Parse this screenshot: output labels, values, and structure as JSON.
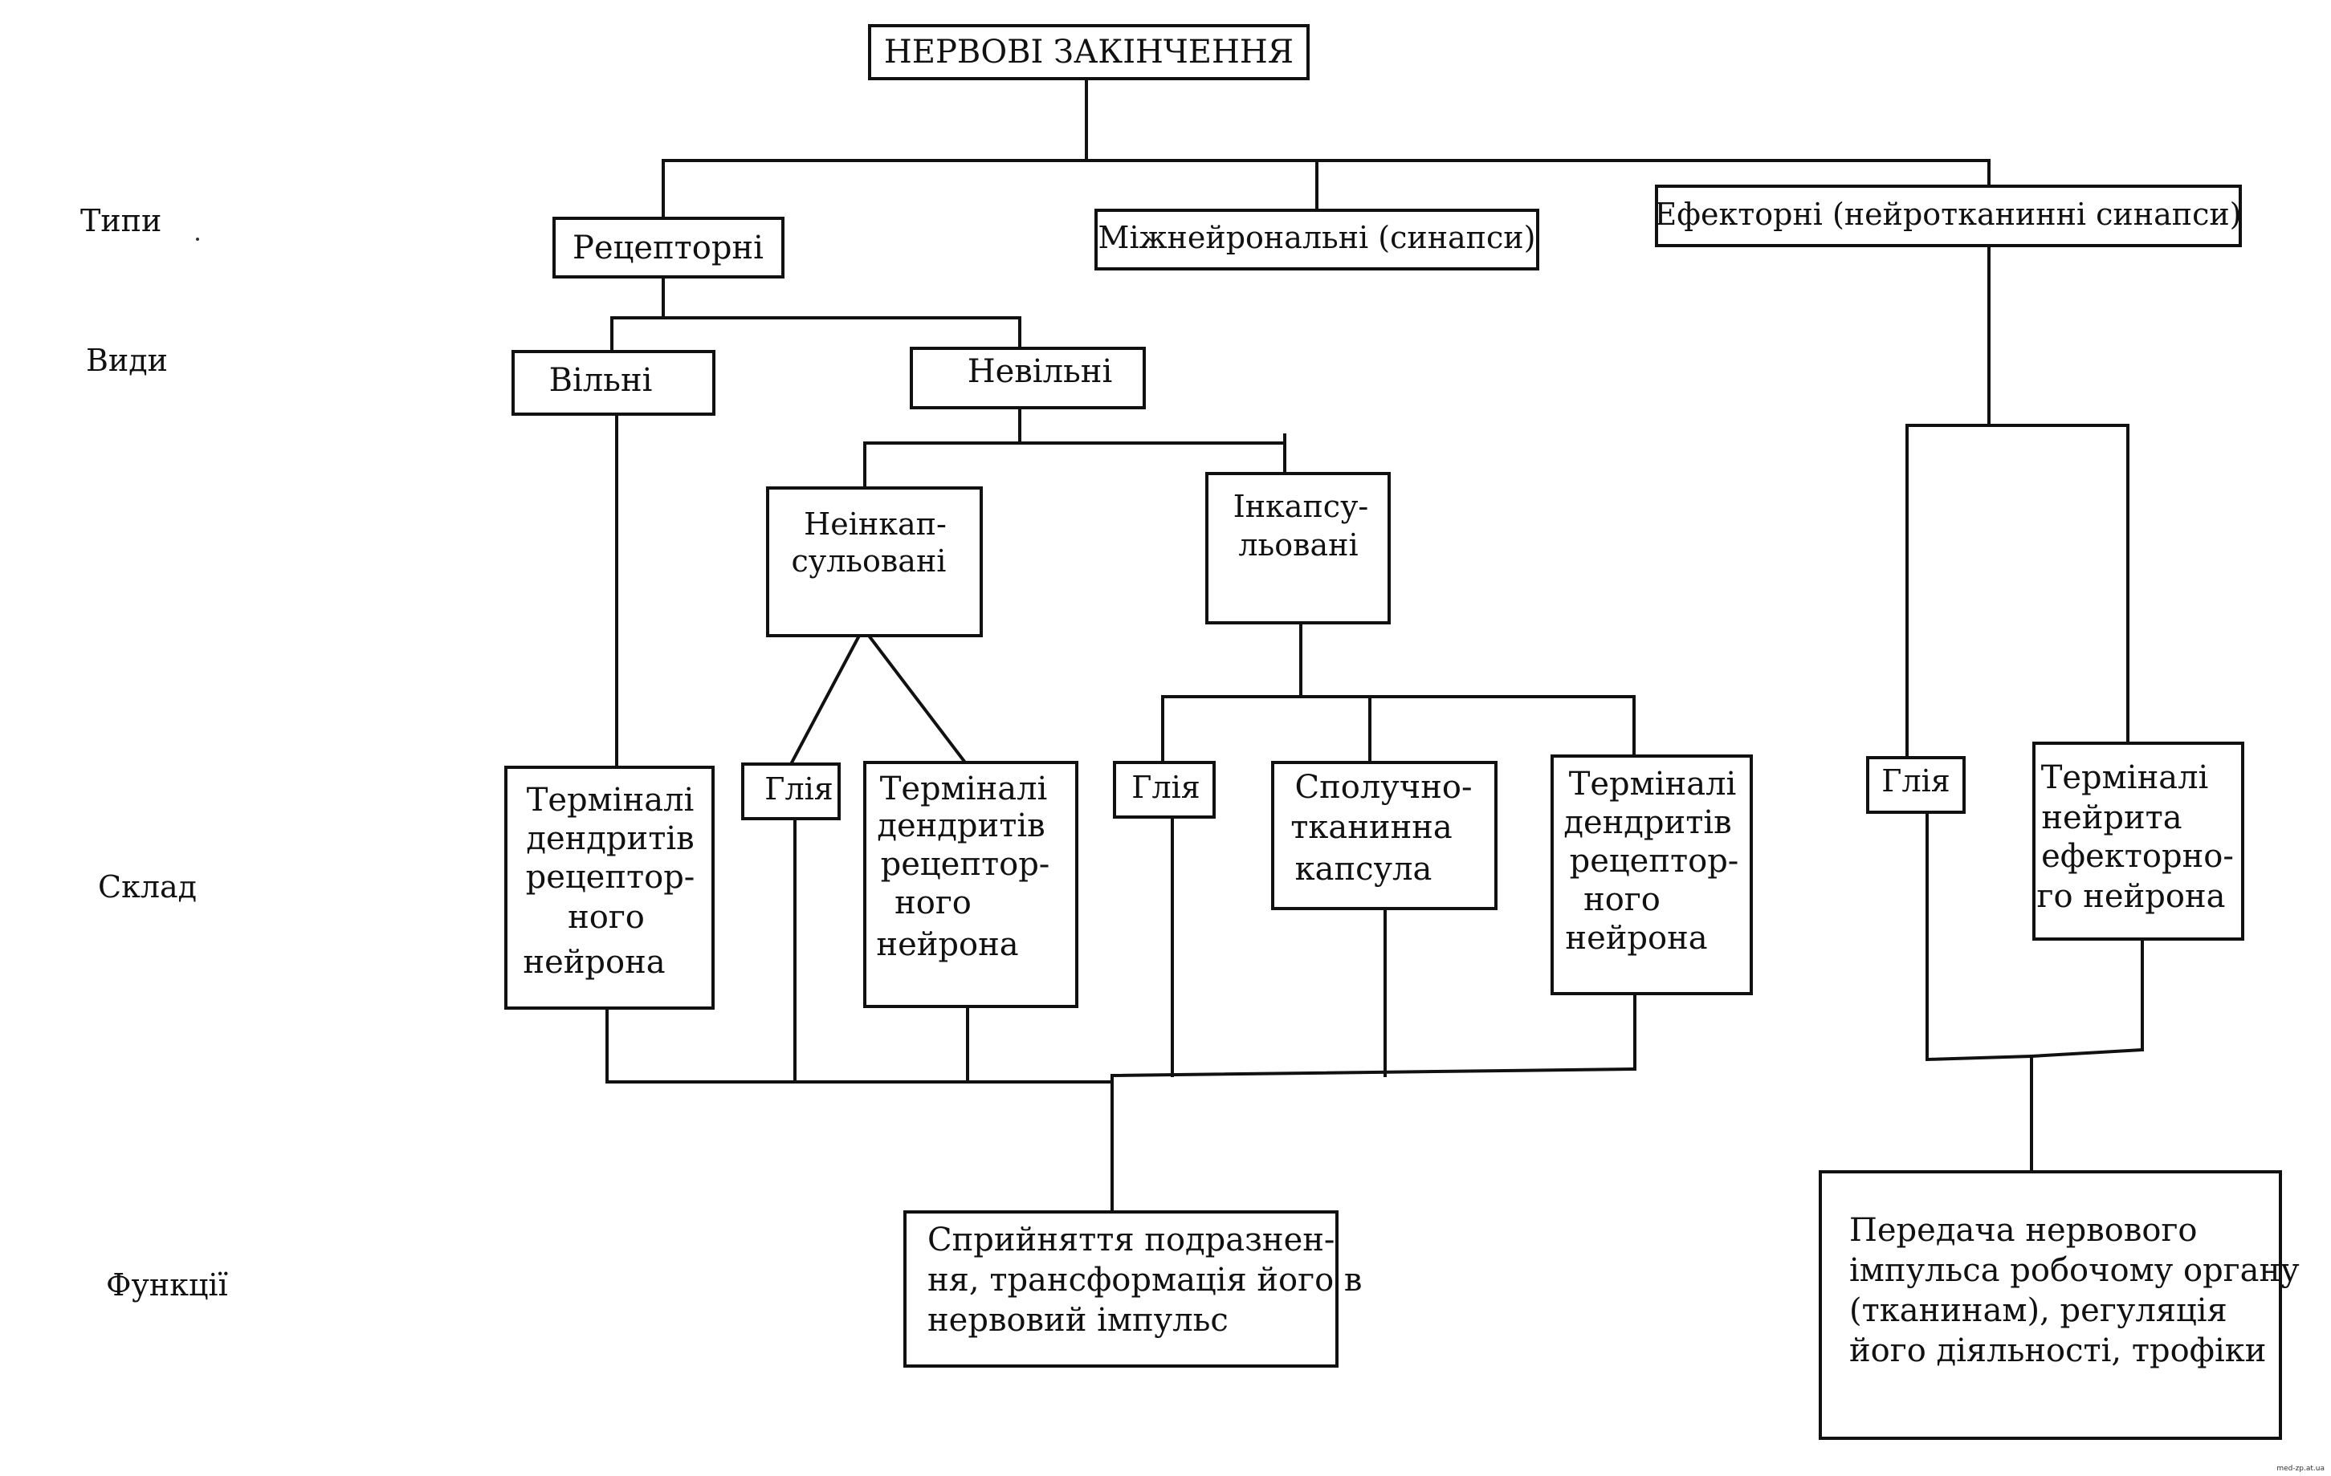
{
  "row_labels": {
    "types": "Типи",
    "kinds": "Види",
    "composition": "Склад",
    "functions": "Функції"
  },
  "nodes": {
    "title": "НЕРВОВІ ЗАКІНЧЕННЯ",
    "receptor": "Рецепторні",
    "interneuronal": "Міжнейрональні (синапси)",
    "effector": "Ефекторні (нейротканинні синапси)",
    "free": "Вільні",
    "nonfree": "Невільні",
    "nonencapsulated": [
      "Неінкап-",
      "сульовані"
    ],
    "encapsulated": [
      "Інкапсу-",
      "льовані"
    ],
    "free_terminals": [
      "Терміналі",
      "дендритів",
      "рецептор-",
      "ного",
      "нейрона"
    ],
    "glia_1": "Глія",
    "nonencap_terminals": [
      "Терміналі",
      "дендритів",
      "рецептор-",
      "ного",
      "нейрона"
    ],
    "glia_2": "Глія",
    "capsule": [
      "Сполучно-",
      "тканинна",
      "капсула"
    ],
    "encap_terminals": [
      "Терміналі",
      "дендритів",
      "рецептор-",
      "ного",
      "нейрона"
    ],
    "glia_3": "Глія",
    "effector_terminals": [
      "Терміналі",
      "нейрита",
      "ефекторно-",
      "го нейрона"
    ],
    "receptor_function": [
      "Сприйняття подразнен-",
      "ня, трансформація його в",
      "нервовий імпульс"
    ],
    "effector_function": [
      "Передача  нервового",
      "імпульса робочому органу",
      "(тканинам), регуляція",
      "його діяльності, трофіки"
    ]
  },
  "watermark": "med-zp.at.ua"
}
